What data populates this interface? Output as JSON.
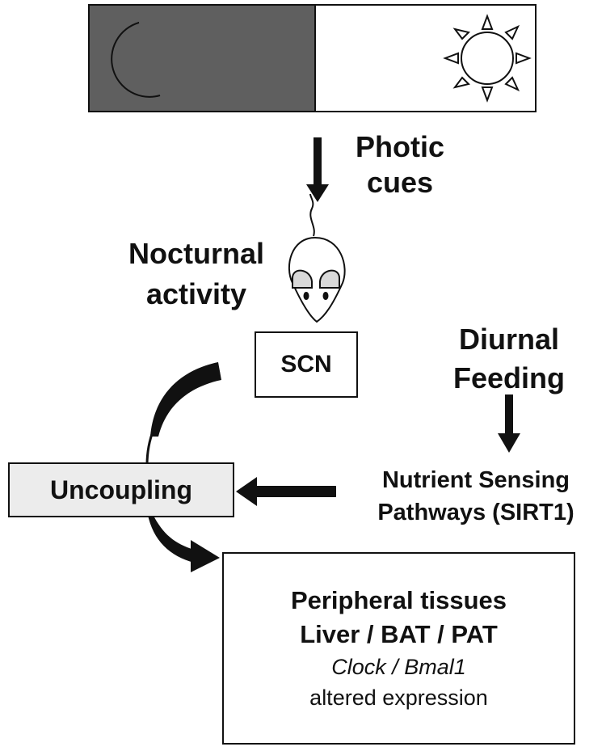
{
  "labels": {
    "photic_cues": [
      "Photic",
      "cues"
    ],
    "nocturnal_activity": [
      "Nocturnal",
      "activity"
    ],
    "scn": "SCN",
    "diurnal_feeding": [
      "Diurnal",
      "Feeding"
    ],
    "uncoupling": "Uncoupling",
    "nutrient_sensing": [
      "Nutrient Sensing",
      "Pathways (SIRT1)"
    ],
    "peripheral": {
      "line1": "Peripheral tissues",
      "line2": "Liver / BAT / PAT",
      "genes": "Clock / Bmal1",
      "line4": "altered expression"
    }
  },
  "icons": {
    "night": "moon-icon",
    "day": "sun-icon",
    "animal": "mouse-icon"
  },
  "colors": {
    "night_panel": "#5f5f5f",
    "uncoupling_box": "#ececec",
    "stroke": "#111111"
  }
}
